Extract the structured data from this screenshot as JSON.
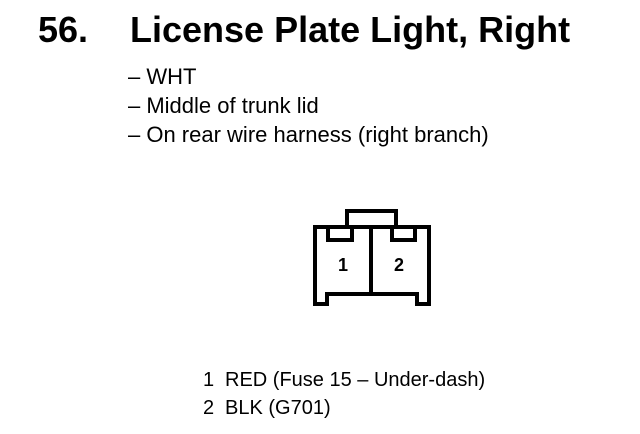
{
  "component": {
    "number": "56.",
    "name": "License Plate Light, Right",
    "details": [
      "– WHT",
      "– Middle of trunk lid",
      "– On rear wire harness (right branch)"
    ]
  },
  "connector": {
    "terminals": [
      "1",
      "2"
    ]
  },
  "pinout": [
    {
      "pin": "1",
      "wire": "RED (Fuse 15 – Under-dash)"
    },
    {
      "pin": "2",
      "wire": "BLK (G701)"
    }
  ]
}
